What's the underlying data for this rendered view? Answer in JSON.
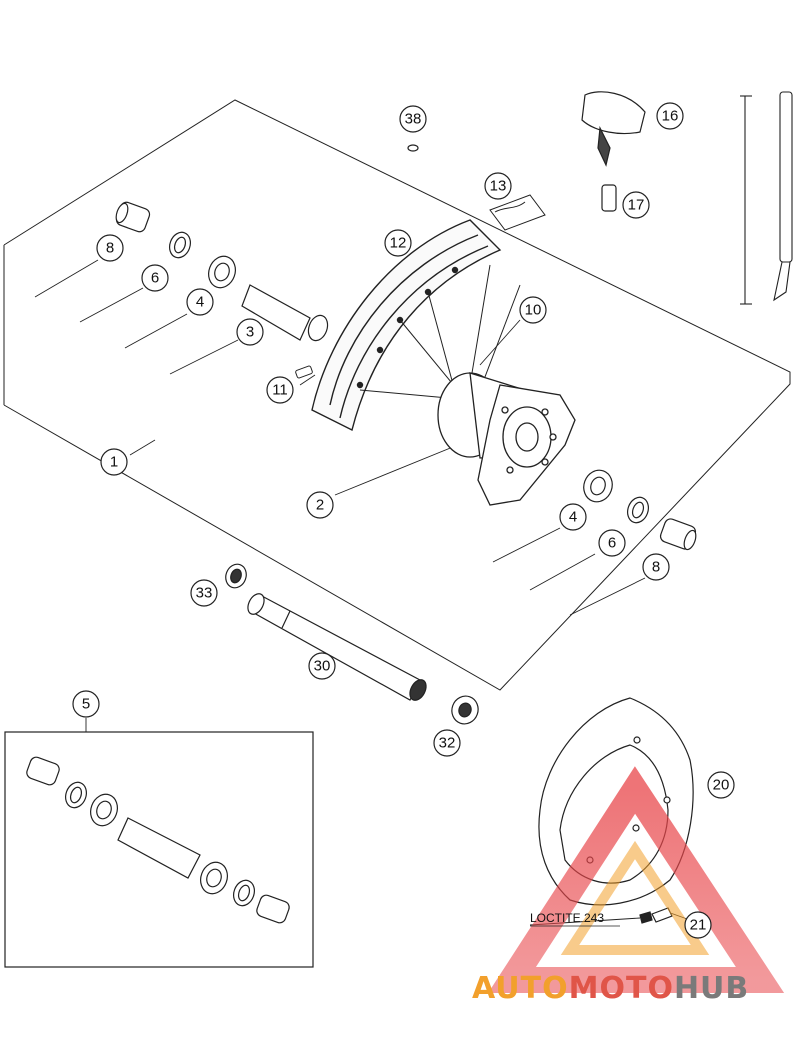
{
  "callouts": {
    "c1": "1",
    "c2": "2",
    "c3": "3",
    "c4a": "4",
    "c4b": "4",
    "c5": "5",
    "c6a": "6",
    "c6b": "6",
    "c8a": "8",
    "c8b": "8",
    "c10": "10",
    "c11": "11",
    "c12": "12",
    "c13": "13",
    "c16": "16",
    "c17": "17",
    "c20": "20",
    "c21": "21",
    "c30": "30",
    "c32": "32",
    "c33": "33",
    "c38": "38"
  },
  "loctite_label": "LOCTITE 243",
  "watermark": {
    "part_a": "AUTO",
    "part_b": "MOTO",
    "part_c": "HUB"
  },
  "colors": {
    "line": "#222222",
    "watermark_red": "#e8464a",
    "watermark_orange": "#f2a02c",
    "watermark_grey": "#7a7a7a"
  }
}
